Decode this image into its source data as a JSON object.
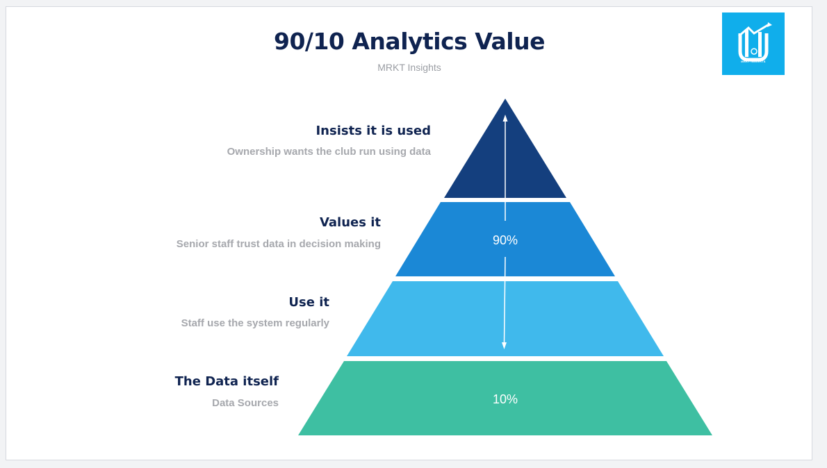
{
  "header": {
    "title": "90/10 Analytics Value",
    "subtitle": "MRKT Insights"
  },
  "logo": {
    "text": "MRKT INSIGHTS",
    "background": "#10aeeb"
  },
  "pyramid": {
    "levels": [
      {
        "title": "Insists it is used",
        "description": "Ownership wants the club run using data",
        "color": "#143f7e"
      },
      {
        "title": "Values it",
        "description": "Senior staff trust data in decision making",
        "color": "#1b88d6"
      },
      {
        "title": "Use it",
        "description": "Staff use the system regularly",
        "color": "#40b9ec"
      },
      {
        "title": "The Data itself",
        "description": "Data Sources",
        "color": "#3ebfa2"
      }
    ],
    "upper_percent": "90%",
    "lower_percent": "10%"
  }
}
